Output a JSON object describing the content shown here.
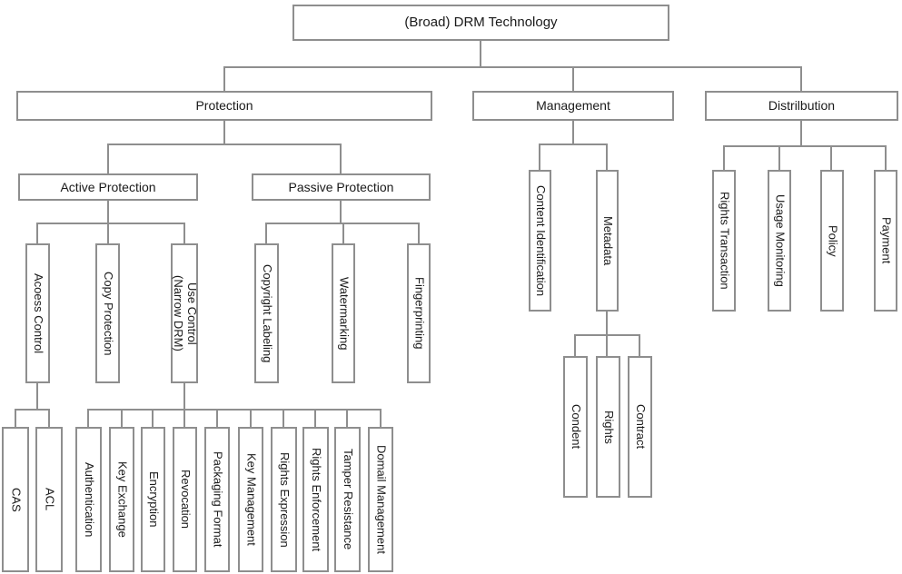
{
  "diagram": {
    "type": "tree-diagram",
    "background_color": "#ffffff",
    "line_color": "#8e8e8e",
    "box_border_color": "#8e8e8e",
    "text_color": "#1a1a1a",
    "nodes": {
      "root": {
        "label": "(Broad) DRM Technology"
      },
      "protection": {
        "label": "Protection"
      },
      "management": {
        "label": "Management"
      },
      "distribution": {
        "label": "Distrilbution"
      },
      "active_protection": {
        "label": "Active Protection"
      },
      "passive_protection": {
        "label": "Passive Protection"
      },
      "access_control": {
        "label": "Acoess Control"
      },
      "copy_protection": {
        "label": "Copy Protection"
      },
      "use_control": {
        "label": "Use Control\n(Narrow DRM)"
      },
      "copyright_labeling": {
        "label": "Copyright Labeling"
      },
      "watermarking": {
        "label": "Watermarking"
      },
      "fingerprinting": {
        "label": "Fingerprinting"
      },
      "cas": {
        "label": "CAS"
      },
      "acl": {
        "label": "ACL"
      },
      "authentication": {
        "label": "Authentication"
      },
      "key_exchange": {
        "label": "Key Exchange"
      },
      "encryption": {
        "label": "Encryption"
      },
      "revocation": {
        "label": "Revocation"
      },
      "packaging_format": {
        "label": "Packaging Format"
      },
      "key_management": {
        "label": "Key Management"
      },
      "rights_expression": {
        "label": "Rights Expression"
      },
      "rights_enforcement": {
        "label": "Rights Enforcement"
      },
      "tamper_resistance": {
        "label": "Tamper Resistance"
      },
      "domain_management": {
        "label": "Domail Management"
      },
      "content_identification": {
        "label": "Content Identification"
      },
      "metadata": {
        "label": "Metadata"
      },
      "content_sub": {
        "label": "Condent"
      },
      "rights_sub": {
        "label": "Rights"
      },
      "contract_sub": {
        "label": "Contract"
      },
      "rights_transaction": {
        "label": "Rights Transaction"
      },
      "usage_monitoring": {
        "label": "Usage Monitoring"
      },
      "policy": {
        "label": "Policy"
      },
      "payment": {
        "label": "Payment"
      }
    }
  }
}
